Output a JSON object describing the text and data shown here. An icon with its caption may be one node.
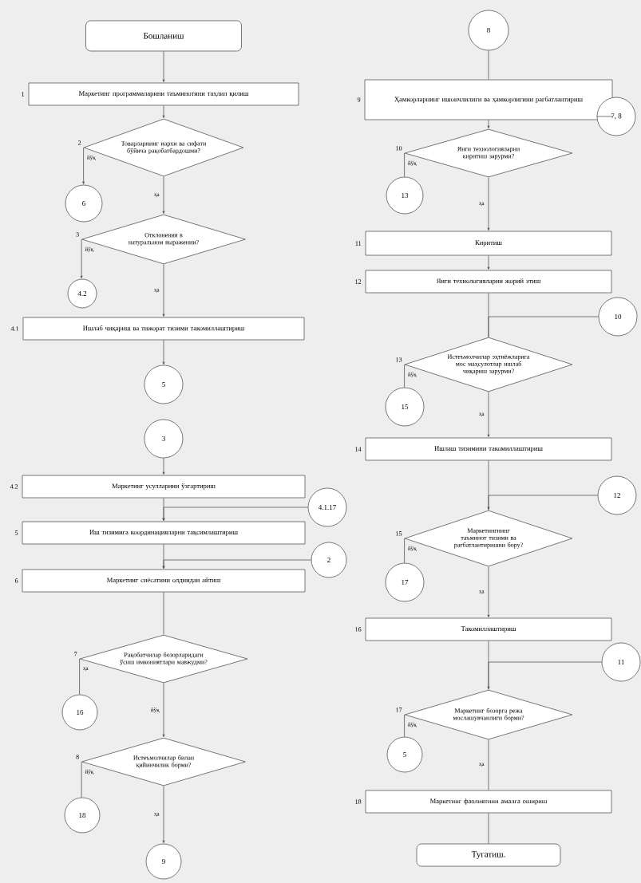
{
  "diagram": {
    "nodes": [
      {
        "text": [
          "Бошланиш"
        ]
      },
      {
        "text": [
          "Маркетинг программаларини таъминотини таҳлил қилиш"
        ],
        "beside": [
          "1"
        ]
      },
      {
        "text": [
          "Товарларнинг нархи ва сифати бўйича рақобатбардошми?"
        ],
        "beside": [
          "2"
        ]
      },
      {
        "text": [
          "6"
        ]
      },
      {
        "text": [
          "Отклонения в натуральном выражении?"
        ],
        "beside": [
          "3"
        ]
      },
      {
        "text": [
          "4.2"
        ]
      },
      {
        "text": [
          "Ишлаб чиқариш ва тижорат тизими такомиллаштириш"
        ],
        "beside": [
          "4.1"
        ]
      },
      {
        "text": [
          "5"
        ]
      },
      {
        "text": [
          "3"
        ]
      },
      {
        "text": [
          "Маркетинг усулларини ўзгартириш"
        ],
        "beside": [
          "4.2"
        ]
      },
      {
        "text": [
          "4.1.17"
        ]
      },
      {
        "text": [
          "Иш тизимига координацияларни тақсимлаштириш"
        ],
        "beside": [
          "5"
        ]
      },
      {
        "text": [
          "2"
        ]
      },
      {
        "text": [
          "Маркетинг сиёсатини олдиндан айтиш"
        ],
        "beside": [
          "6"
        ]
      },
      {
        "text": [
          "Рақобатчилар бозорларидаги ўсиш имкониятлари мавжудми?"
        ],
        "beside": [
          "7"
        ]
      },
      {
        "text": [
          "16"
        ]
      },
      {
        "text": [
          "Истеъмолчилар билан қийинчилик борми?"
        ],
        "beside": [
          "8"
        ]
      },
      {
        "text": [
          "18"
        ]
      },
      {
        "text": [
          "9"
        ]
      },
      {
        "text": [
          "8"
        ]
      },
      {
        "text": [
          "Ҳамкорларнинг ишончлилиги ва ҳамкорлигини рағбатлантириш"
        ],
        "beside": [
          "9"
        ]
      },
      {
        "text": [
          "7, 8"
        ]
      },
      {
        "text": [
          "Янги технологияларни киритиш зарурми?"
        ],
        "beside": [
          "10"
        ]
      },
      {
        "text": [
          "13"
        ]
      },
      {
        "text": [
          "Киритиш"
        ],
        "beside": [
          "11"
        ]
      },
      {
        "text": [
          "Янги технологияларни жорий этиш"
        ],
        "beside": [
          "12"
        ]
      },
      {
        "text": [
          "10"
        ]
      },
      {
        "text": [
          "Истеъмолчилар эҳтиёжларига мос маҳсулотлар ишлаб чиқариш зарурми?"
        ],
        "beside": [
          "13"
        ]
      },
      {
        "text": [
          "15"
        ]
      },
      {
        "text": [
          "Ишлаш тизимини такомиллаштириш"
        ],
        "beside": [
          "14"
        ]
      },
      {
        "text": [
          "12"
        ]
      },
      {
        "text": [
          "Маркетингнинг таъминот тизими ва рағбатлантиришни бору?"
        ],
        "beside": [
          "15"
        ]
      },
      {
        "text": [
          "17"
        ]
      },
      {
        "text": [
          "Такомиллаштириш"
        ],
        "beside": [
          "16"
        ]
      },
      {
        "text": [
          "11"
        ]
      },
      {
        "text": [
          "Маркетинг бозорга режа мослашувчанлиги борми?"
        ],
        "beside": [
          "17"
        ]
      },
      {
        "text": [
          "5"
        ]
      },
      {
        "text": [
          "Маркетинг фаолиятини амалга ошириш"
        ],
        "beside": [
          "18"
        ]
      },
      {
        "text": [
          "Тугатиш."
        ]
      }
    ],
    "edges": [
      {
        "from": 0,
        "to": 1,
        "arrow": "to"
      },
      {
        "from": 1,
        "to": 2,
        "arrow": "to"
      },
      {
        "from": 2,
        "to": 3,
        "arrow": "to",
        "label": "йўқ"
      },
      {
        "from": 2,
        "to": 4,
        "arrow": "to",
        "label": "ҳа"
      },
      {
        "from": 4,
        "to": 5,
        "arrow": "to",
        "label": "йўқ"
      },
      {
        "from": 4,
        "to": 6,
        "arrow": "to",
        "label": "ҳа"
      },
      {
        "from": 6,
        "to": 7,
        "arrow": "to"
      },
      {
        "from": 8,
        "to": 9,
        "arrow": "to"
      },
      {
        "from": 9,
        "to": 11,
        "arrow": "to"
      },
      {
        "from": 10,
        "to": 11,
        "arrow": "to"
      },
      {
        "from": 11,
        "to": 13,
        "arrow": "to"
      },
      {
        "from": 12,
        "to": 13,
        "arrow": "to"
      },
      {
        "from": 13,
        "to": 14,
        "arrow": "none"
      },
      {
        "from": 14,
        "to": 15,
        "arrow": "none",
        "label": "ҳа"
      },
      {
        "from": 14,
        "to": 16,
        "arrow": "to",
        "label": "йўқ"
      },
      {
        "from": 16,
        "to": 17,
        "arrow": "none",
        "label": "йўқ"
      },
      {
        "from": 16,
        "to": 18,
        "arrow": "to",
        "label": "ҳа"
      },
      {
        "from": 19,
        "to": 20,
        "arrow": "none"
      },
      {
        "from": 21,
        "to": 20,
        "arrow": "none"
      },
      {
        "from": 20,
        "to": 22,
        "arrow": "to"
      },
      {
        "from": 22,
        "to": 23,
        "arrow": "none",
        "label": "йўқ"
      },
      {
        "from": 22,
        "to": 24,
        "arrow": "to",
        "label": "ҳа"
      },
      {
        "from": 24,
        "to": 25,
        "arrow": "to"
      },
      {
        "from": 25,
        "to": 27,
        "arrow": "none"
      },
      {
        "from": 26,
        "to": 27,
        "arrow": "none"
      },
      {
        "from": 27,
        "to": 28,
        "arrow": "none",
        "label": "йўқ"
      },
      {
        "from": 27,
        "to": 29,
        "arrow": "to",
        "label": "ҳа"
      },
      {
        "from": 29,
        "to": 31,
        "arrow": "none"
      },
      {
        "from": 30,
        "to": 31,
        "arrow": "to"
      },
      {
        "from": 31,
        "to": 32,
        "arrow": "none",
        "label": "йўқ"
      },
      {
        "from": 31,
        "to": 33,
        "arrow": "to",
        "label": "ҳа"
      },
      {
        "from": 33,
        "to": 35,
        "arrow": "to"
      },
      {
        "from": 34,
        "to": 35,
        "arrow": "none"
      },
      {
        "from": 35,
        "to": 36,
        "arrow": "none",
        "label": "йўқ"
      },
      {
        "from": 35,
        "to": 37,
        "arrow": "none",
        "label": "ҳа"
      },
      {
        "from": 37,
        "to": 38,
        "arrow": "none"
      }
    ]
  }
}
